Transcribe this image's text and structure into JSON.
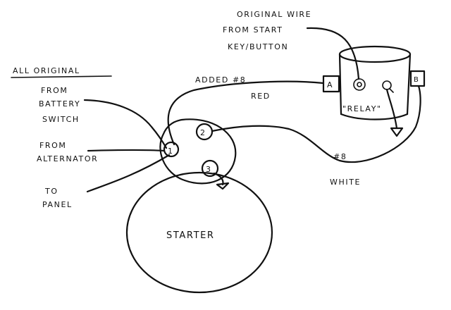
{
  "labels": {
    "all_original": "ALL ORIGINAL",
    "from": "FROM",
    "battery": "BATTERY",
    "switch": "SWITCH",
    "alternator": "ALTERNATOR",
    "to": "TO",
    "panel": "PANEL",
    "original_wire_line1": "ORIGINAL WIRE",
    "original_wire_line2": "FROM START",
    "original_wire_line3": "KEY/BUTTON",
    "added_8": "ADDED #8",
    "red": "RED",
    "relay": "\"RELAY\"",
    "terminal_a": "A",
    "terminal_b": "B",
    "number_8": "#8",
    "white": "WHITE",
    "starter": "STARTER",
    "post_1": "1",
    "post_2": "2",
    "post_3": "3"
  }
}
